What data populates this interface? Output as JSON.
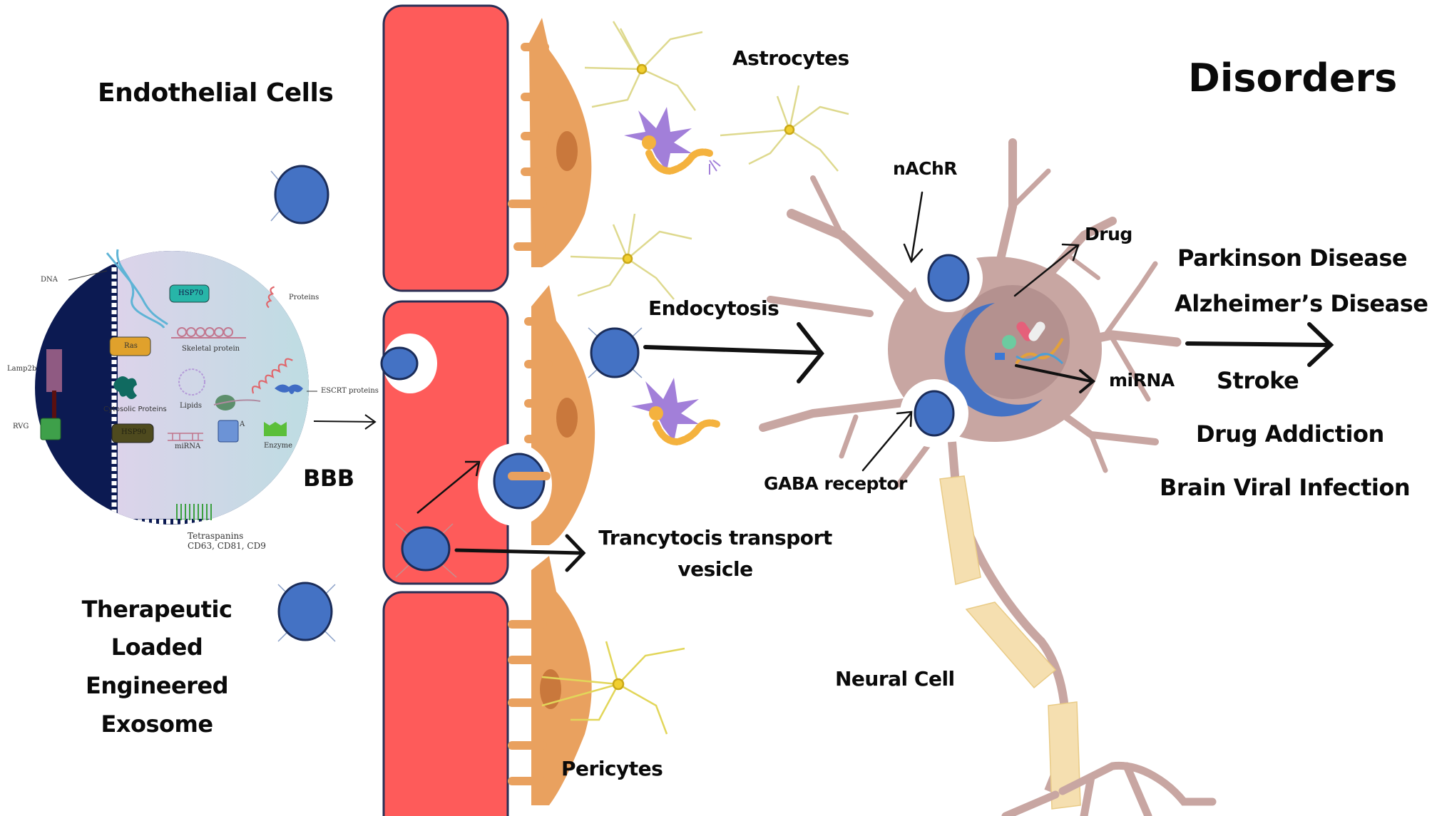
{
  "title": "Disorders",
  "labels": {
    "endothelial_cells": "Endothelial Cells",
    "astrocytes": "Astrocytes",
    "bbb": "BBB",
    "therapeutic_exosome": [
      "Therapeutic",
      "Loaded",
      "Engineered",
      "Exosome"
    ],
    "endocytosis": "Endocytosis",
    "transcytosis": [
      "Trancytocis transport",
      "vesicle"
    ],
    "pericytes": "Pericytes",
    "neural_cell": "Neural Cell",
    "nachr": "nAChR",
    "gaba_receptor": "GABA receptor",
    "drug": "Drug",
    "mirna": "miRNA"
  },
  "disorders": [
    "Parkinson Disease",
    "Alzheimer’s Disease",
    "Stroke",
    "Drug Addiction",
    "Brain Viral Infection"
  ],
  "exosome_components": {
    "dna": "DNA",
    "proteins": "Proteins",
    "hsp70": "HSP70",
    "ras": "Ras",
    "skeletal_protein": "Skeletal protein",
    "lamp2b": "Lamp2b",
    "cytosolic_proteins": "Cytosolic Proteins",
    "lipids": "Lipids",
    "escrt_proteins": "ESCRT proteins",
    "rvg": "RVG",
    "hsp90": "HSP90",
    "mirna": "miRNA",
    "mrna_fragment": "A",
    "enzyme": "Enzyme",
    "tetraspanins": [
      "Tetraspanins",
      "CD63, CD81, CD9"
    ]
  },
  "colors": {
    "endothelial_red": "#fe5b5a",
    "pericyte_orange": "#e9a15f",
    "exosome_blue": "#4472c4",
    "neuron_mauve": "#c8a6a2",
    "myelin": "#f5dfb0",
    "astrocyte_yellow": "#ece7a4",
    "microglia_purple": "#a27fd9",
    "exosome_navy": "#0c1a52"
  }
}
